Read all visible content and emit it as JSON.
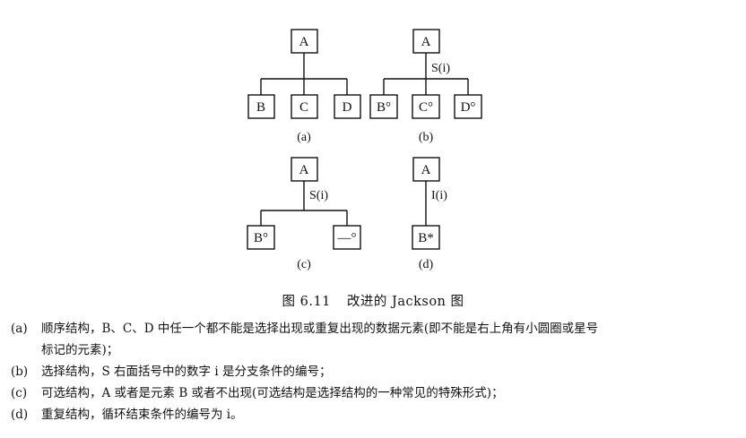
{
  "diagrams": [
    {
      "id": "a",
      "label": "(a)",
      "root": "A",
      "edge_label": "",
      "children": [
        "B",
        "C",
        "D"
      ]
    },
    {
      "id": "b",
      "label": "(b)",
      "root": "A",
      "edge_label": "S(i)",
      "children": [
        "B°",
        "C°",
        "D°"
      ]
    },
    {
      "id": "c",
      "label": "(c)",
      "root": "A",
      "edge_label": "S(i)",
      "children": [
        "B°",
        "—°"
      ]
    },
    {
      "id": "d",
      "label": "(d)",
      "root": "A",
      "edge_label": "I(i)",
      "children": [
        "B*"
      ]
    }
  ],
  "caption": {
    "number": "图 6.11",
    "title": "改进的 Jackson 图"
  },
  "notes": [
    {
      "label": "(a)",
      "text": "顺序结构，B、C、D 中任一个都不能是选择出现或重复出现的数据元素(即不能是右上角有小圆圈或星号",
      "cont": "标记的元素)；"
    },
    {
      "label": "(b)",
      "text": "选择结构，S 右面括号中的数字 i 是分支条件的编号；",
      "cont": ""
    },
    {
      "label": "(c)",
      "text": "可选结构，A 或者是元素 B 或者不出现(可选结构是选择结构的一种常见的特殊形式)；",
      "cont": ""
    },
    {
      "label": "(d)",
      "text": "重复结构，循环结束条件的编号为 i。",
      "cont": ""
    }
  ]
}
